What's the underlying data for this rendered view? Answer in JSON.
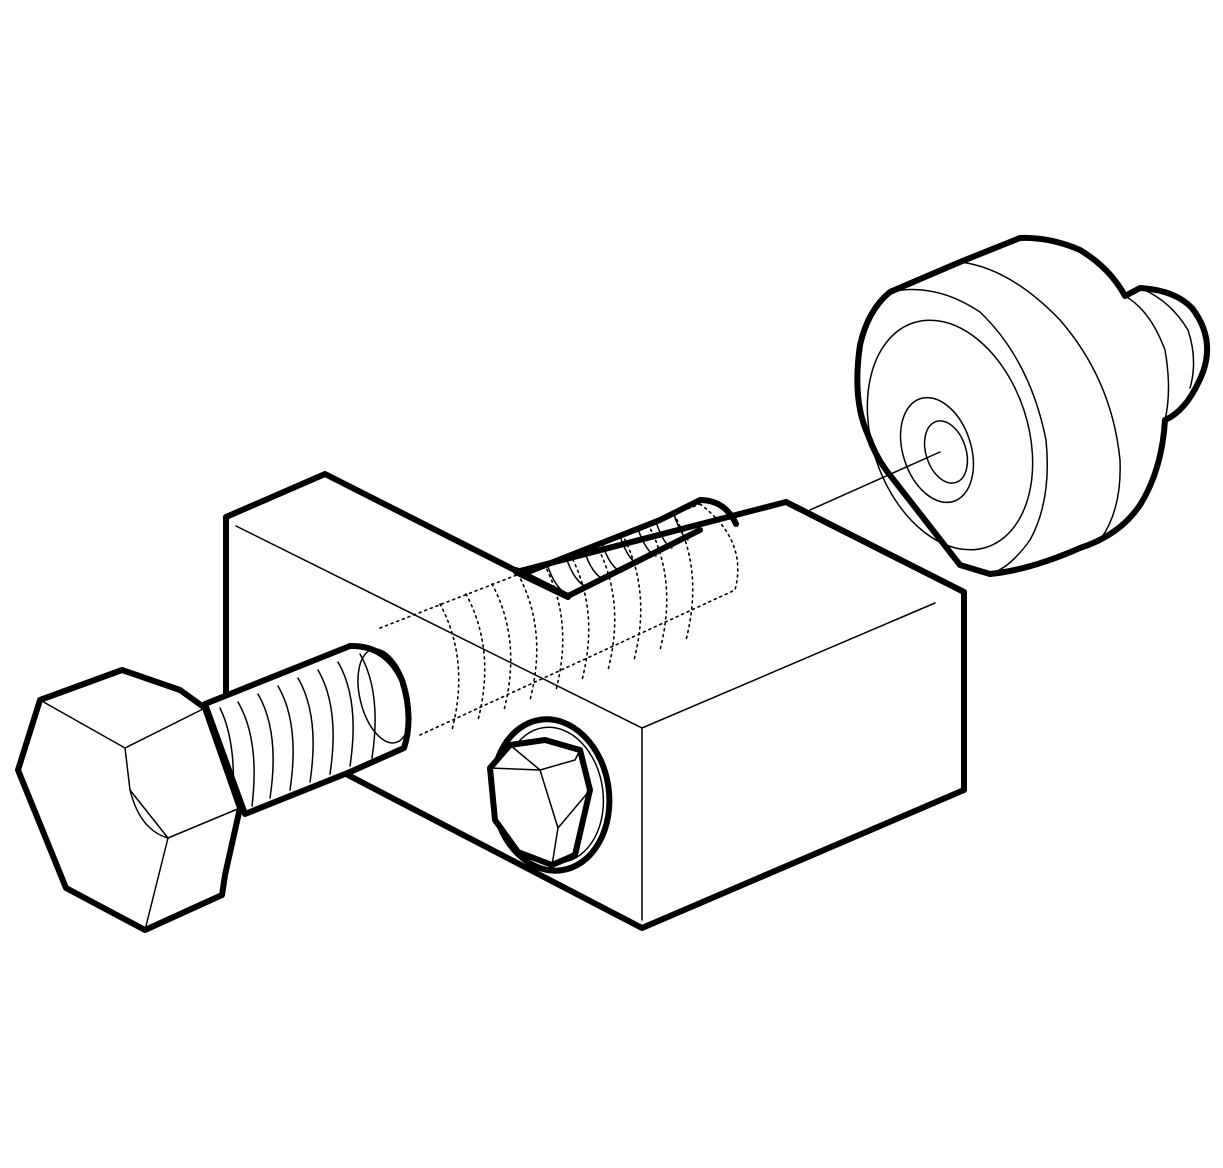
{
  "figure": {
    "type": "technical-line-illustration",
    "background_color": "#ffffff",
    "line_color": "#000000",
    "parts": [
      {
        "name": "mounting-block"
      },
      {
        "name": "threaded-adjuster-bolt"
      },
      {
        "name": "locking-bolt"
      },
      {
        "name": "bushing-roller"
      }
    ]
  }
}
